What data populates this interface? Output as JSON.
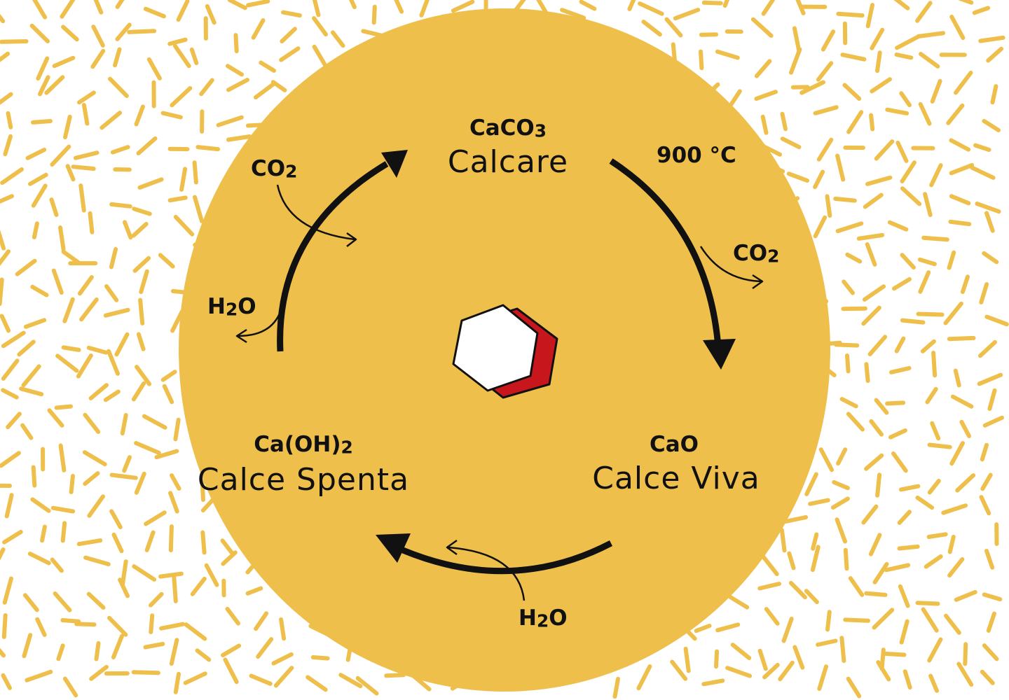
{
  "colors": {
    "disc": "#EFBF4C",
    "pattern_dash": "#EFBF4C",
    "background": "#ffffff",
    "arrow": "#111111",
    "logo_front": "#ffffff",
    "logo_back": "#C8161D"
  },
  "nodes": {
    "calcare": {
      "formula_main": "CaCO",
      "formula_sub": "3",
      "name": "Calcare"
    },
    "calce_viva": {
      "formula_main": "CaO",
      "name": "Calce Viva"
    },
    "calce_spenta": {
      "formula_main": "Ca(OH)",
      "formula_sub": "2",
      "name": "Calce Spenta"
    }
  },
  "reactions": {
    "calcination": {
      "temperature": "900 °C",
      "released_main": "CO",
      "released_sub": "2"
    },
    "slaking": {
      "added_main": "H",
      "added_sub": "2",
      "added_end": "O"
    },
    "carbonation": {
      "absorbed_main": "CO",
      "absorbed_sub": "2",
      "released_main": "H",
      "released_sub": "2",
      "released_end": "O"
    }
  },
  "center_logo": {
    "icon": "hexagon-logo-icon"
  }
}
